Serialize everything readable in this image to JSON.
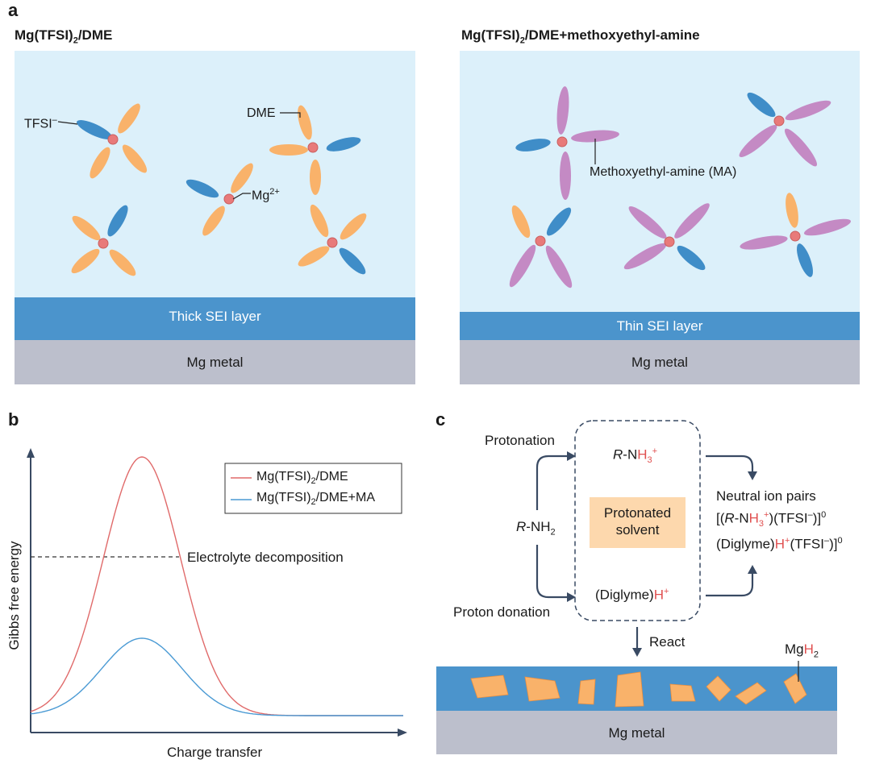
{
  "panel_a": {
    "letter": "a",
    "left": {
      "title_base": "Mg(TFSI)",
      "title_sub": "2",
      "title_rest": "/DME",
      "labels": {
        "tfsi": "TFSI",
        "tfsi_sup": "–",
        "dme": "DME",
        "mg": "Mg",
        "mg_sup": "2+"
      },
      "sei": "Thick SEI layer",
      "metal": "Mg metal"
    },
    "right": {
      "title_base": "Mg(TFSI)",
      "title_sub": "2",
      "title_rest": "/DME+methoxyethyl-amine",
      "ma_label": "Methoxyethyl-amine (MA)",
      "sei": "Thin SEI layer",
      "metal": "Mg metal"
    }
  },
  "panel_b": {
    "letter": "b",
    "ylabel": "Gibbs free energy",
    "xlabel": "Charge transfer",
    "threshold_label": "Electrolyte decomposition",
    "legend": [
      {
        "base": "Mg(TFSI)",
        "sub": "2",
        "rest": "/DME",
        "color": "#e06a6a"
      },
      {
        "base": "Mg(TFSI)",
        "sub": "2",
        "rest": "/DME+MA",
        "color": "#4a9ad4"
      }
    ]
  },
  "panel_c": {
    "letter": "c",
    "protonation": "Protonation",
    "proton_donation": "Proton donation",
    "rnh2_r": "R",
    "rnh2_rest": "-NH",
    "rnh2_sub": "2",
    "rnh3_r": "R",
    "rnh3_n": "-N",
    "rnh3_h": "H",
    "rnh3_sub": "3",
    "rnh3_sup": "+",
    "protonated_solvent_l1": "Protonated",
    "protonated_solvent_l2": "solvent",
    "diglyme": "(Diglyme)",
    "diglyme_h": "H",
    "diglyme_sup": "+",
    "neutral_title": "Neutral ion pairs",
    "pair1_a": "[(",
    "pair1_r": "R",
    "pair1_n": "-N",
    "pair1_h": "H",
    "pair1_sub": "3",
    "pair1_sup": "+",
    "pair1_b": ")(TFSI",
    "pair1_minus": "–",
    "pair1_c": ")]",
    "pair1_zero": "0",
    "pair2_a": "(Diglyme)",
    "pair2_h": "H",
    "pair2_sup": "+",
    "pair2_b": "(TFSI",
    "pair2_minus": "–",
    "pair2_c": ")]",
    "pair2_zero": "0",
    "react": "React",
    "mgh2_mg": "Mg",
    "mgh2_h": "H",
    "mgh2_sub": "2",
    "metal": "Mg metal"
  },
  "colors": {
    "electrolyte_bg": "#dcf0fa",
    "sei_blue": "#4b94cc",
    "metal_gray": "#bcbfcc",
    "orange": "#f9b26a",
    "blue_ellipse": "#3f8dc8",
    "purple": "#c48ac4",
    "mg_ion": "#e87a7a",
    "red_text": "#e05050",
    "dark_navy": "#394a63"
  }
}
